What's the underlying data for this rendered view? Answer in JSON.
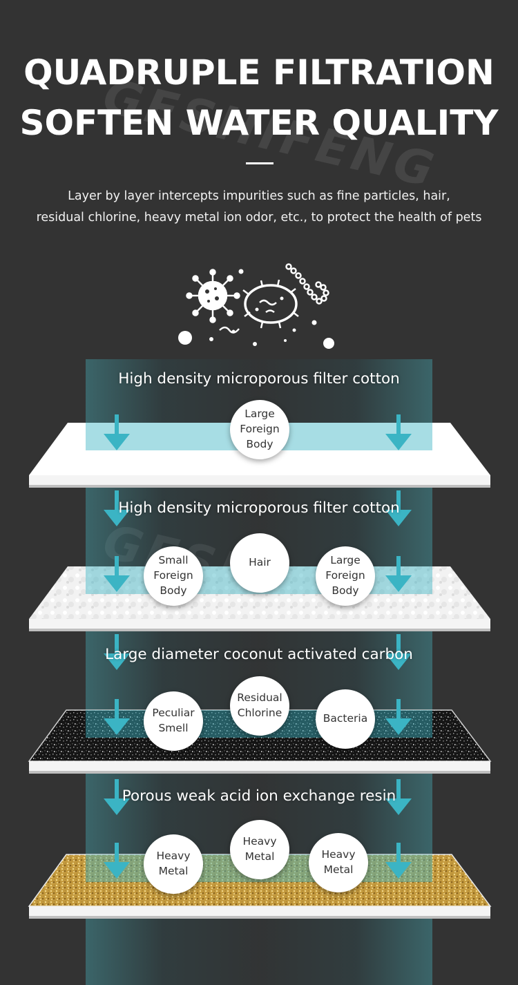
{
  "header": {
    "title_line1": "QUADRUPLE FILTRATION",
    "title_line2": "SOFTEN WATER QUALITY",
    "subtitle_line1": "Layer by layer intercepts impurities such as fine particles, hair,",
    "subtitle_line2": "residual chlorine, heavy metal ion odor, etc., to protect the health of pets"
  },
  "watermark": "GESHIFENG",
  "colors": {
    "background": "#333333",
    "accent_teal": "#3bb4c4",
    "cotton": "#ffffff",
    "carbon": "#1a1a1a",
    "resin": "#c9a44c"
  },
  "layers": [
    {
      "label": "High density microporous filter cotton",
      "bubbles": [
        "Large\nForeign\nBody"
      ]
    },
    {
      "label": "High density microporous filter cotton",
      "bubbles": [
        "Small\nForeign\nBody",
        "Hair",
        "Large\nForeign\nBody"
      ]
    },
    {
      "label": "Large diameter coconut activated carbon",
      "bubbles": [
        "Peculiar\nSmell",
        "Residual\nChlorine",
        "Bacteria"
      ]
    },
    {
      "label": "Porous weak acid ion exchange resin",
      "bubbles": [
        "Heavy\nMetal",
        "Heavy\nMetal",
        "Heavy\nMetal"
      ]
    }
  ]
}
